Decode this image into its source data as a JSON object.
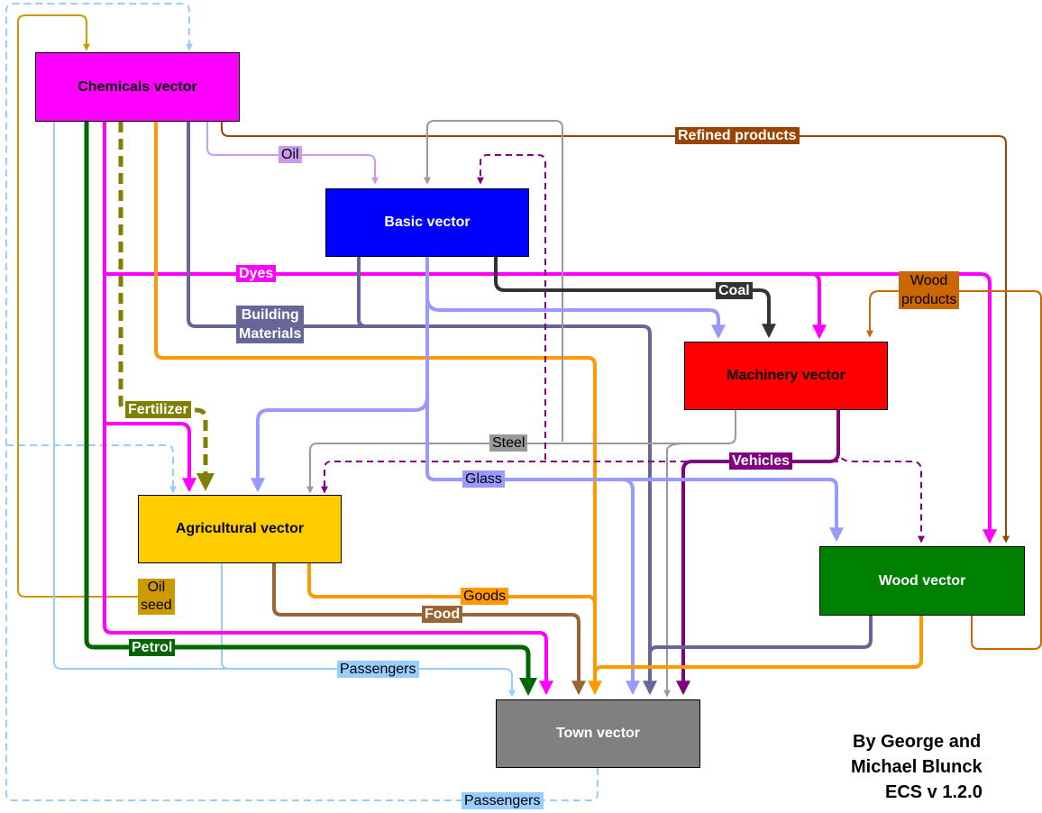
{
  "vectors": {
    "chemicals": "Chemicals vector",
    "basic": "Basic vector",
    "machinery": "Machinery vector",
    "agricultural": "Agricultural vector",
    "wood": "Wood vector",
    "town": "Town vector"
  },
  "flows": {
    "oil": "Oil",
    "refined_products": "Refined products",
    "dyes": "Dyes",
    "wood_products_1": "Wood",
    "wood_products_2": "products",
    "coal": "Coal",
    "building_materials_1": "Building",
    "building_materials_2": "Materials",
    "fertilizer": "Fertilizer",
    "steel": "Steel",
    "vehicles": "Vehicles",
    "glass": "Glass",
    "oil_seed_1": "Oil",
    "oil_seed_2": "seed",
    "goods": "Goods",
    "food": "Food",
    "petrol": "Petrol",
    "passengers": "Passengers",
    "passengers_bottom": "Passengers"
  },
  "credits": {
    "line1": "By George and",
    "line2": "Michael Blunck",
    "line3": "ECS v 1.2.0"
  },
  "colors": {
    "chemicals": "#ff00ff",
    "basic": "#0000ff",
    "machinery": "#ff0000",
    "agricultural": "#ffcc00",
    "wood": "#008000",
    "town": "#808080",
    "oil": "#c89af0",
    "refined_products": "#994400",
    "dyes": "#ff00ff",
    "wood_products": "#cc6600",
    "coal": "#333333",
    "building_materials": "#666699",
    "fertilizer": "#808000",
    "steel": "#999999",
    "vehicles": "#800080",
    "glass": "#9999ff",
    "oil_seed": "#cc9900",
    "goods": "#ff9900",
    "food": "#996633",
    "petrol": "#006600",
    "passengers": "#99ccff"
  }
}
